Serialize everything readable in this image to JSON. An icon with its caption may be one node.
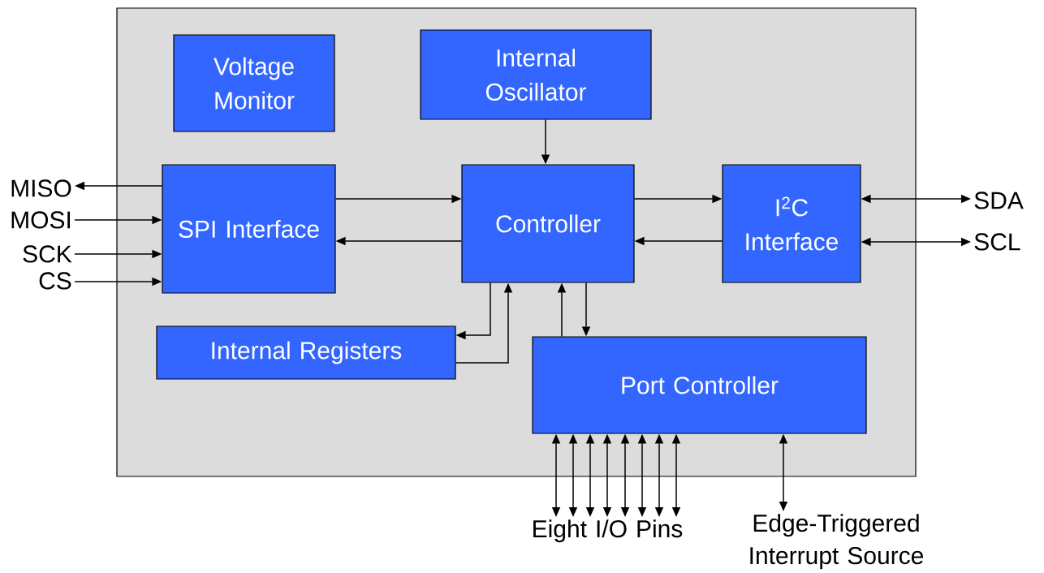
{
  "diagram": {
    "nodes": [
      {
        "text": [],
        "shape": "box"
      },
      {
        "text": [
          "Voltage Monitor"
        ],
        "in": 0
      },
      {
        "text": [
          "Internal Oscillator"
        ],
        "in": 0
      },
      {
        "text": [
          "SPI Interface"
        ],
        "in": 0
      },
      {
        "text": [
          "Controller"
        ],
        "in": 0
      },
      {
        "text": [
          "I$^{2}$C Interface"
        ],
        "in": 0
      },
      {
        "text": [
          "Internal Registers"
        ],
        "in": 0
      },
      {
        "text": [
          "Port Controller"
        ],
        "in": 0
      },
      {
        "text": [
          "MISO"
        ]
      },
      {
        "text": [
          "MOSI"
        ]
      },
      {
        "text": [
          "SCK"
        ]
      },
      {
        "text": [
          "CS"
        ]
      },
      {
        "text": [
          "SDA"
        ]
      },
      {
        "text": [
          "SCL"
        ]
      },
      {
        "text": [
          "Eight I/O Pins"
        ]
      },
      {
        "text": [
          "Edge-Triggered Interrupt Source"
        ]
      }
    ],
    "edges": [
      {
        "from": 2,
        "to": 4,
        "arrow": "to"
      },
      {
        "from": 3,
        "to": 4,
        "arrow": "to"
      },
      {
        "from": 4,
        "to": 3,
        "arrow": "to"
      },
      {
        "from": 4,
        "to": 5,
        "arrow": "to"
      },
      {
        "from": 5,
        "to": 4,
        "arrow": "to"
      },
      {
        "from": 4,
        "to": 6,
        "arrow": "to"
      },
      {
        "from": 6,
        "to": 4,
        "arrow": "to"
      },
      {
        "from": 7,
        "to": 4,
        "arrow": "to"
      },
      {
        "from": 4,
        "to": 7,
        "arrow": "to"
      },
      {
        "from": 3,
        "to": 8,
        "arrow": "to"
      },
      {
        "from": 9,
        "to": 3,
        "arrow": "to"
      },
      {
        "from": 10,
        "to": 3,
        "arrow": "to"
      },
      {
        "from": 11,
        "to": 3,
        "arrow": "to"
      },
      {
        "from": 5,
        "to": 12,
        "arrow": "both"
      },
      {
        "from": 5,
        "to": 13,
        "arrow": "both"
      },
      {
        "from": 7,
        "to": 14,
        "arrow": "both"
      },
      {
        "from": 7,
        "to": 14,
        "arrow": "both"
      },
      {
        "from": 7,
        "to": 14,
        "arrow": "both"
      },
      {
        "from": 7,
        "to": 14,
        "arrow": "both"
      },
      {
        "from": 7,
        "to": 14,
        "arrow": "both"
      },
      {
        "from": 7,
        "to": 14,
        "arrow": "both"
      },
      {
        "from": 7,
        "to": 14,
        "arrow": "both"
      },
      {
        "from": 7,
        "to": 14,
        "arrow": "both"
      },
      {
        "from": 7,
        "to": 15,
        "arrow": "both"
      }
    ]
  }
}
